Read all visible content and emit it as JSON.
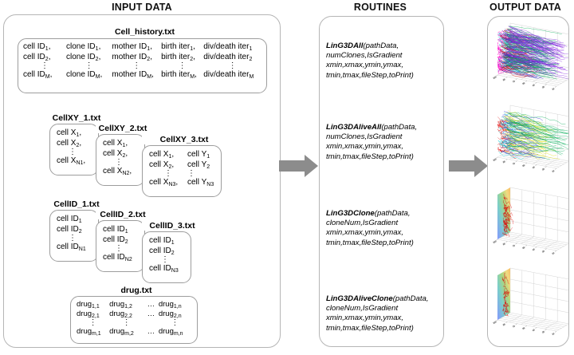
{
  "columns": {
    "input_title": "INPUT DATA",
    "routines_title": "ROUTINES",
    "output_title": "OUTPUT DATA"
  },
  "input": {
    "files": [
      {
        "name": "Cell_history.txt",
        "columns": [
          "cell ID",
          "clone ID",
          "mother ID",
          "birth iter",
          "div/death iter"
        ],
        "rows": [
          [
            "cell ID₁,",
            "clone ID₁,",
            "mother ID₁,",
            "birth iter₁,",
            "div/death iter₁"
          ],
          [
            "cell ID₂,",
            "clone ID₂,",
            "mother ID₂,",
            "birth iter₂,",
            "div/death iter₂"
          ],
          [
            "⋮",
            "⋮",
            "⋮",
            "⋮",
            "⋮"
          ],
          [
            "cell IDₘ,",
            "clone IDₘ,",
            "mother IDₘ,",
            "birth iterₘ,",
            "div/death iterₘ"
          ]
        ],
        "index_last": "M"
      },
      {
        "name": "CellXY_1.txt",
        "rows": [
          [
            "cell X₁,"
          ],
          [
            "cell X₂,"
          ],
          [
            "⋮"
          ],
          [
            "cell Xₙ₁,"
          ]
        ],
        "index_last": "N1"
      },
      {
        "name": "CellXY_2.txt",
        "rows": [
          [
            "cell X₁,"
          ],
          [
            "cell X₂,"
          ],
          [
            "⋮"
          ],
          [
            "cell Xₙ₂,"
          ]
        ],
        "index_last": "N2"
      },
      {
        "name": "CellXY_3.txt",
        "rows": [
          [
            "cell X₁,",
            "cell Y₁"
          ],
          [
            "cell X₂,",
            "cell Y₂"
          ],
          [
            "⋮",
            "⋮"
          ],
          [
            "cell Xₙ₃,",
            "cell Yₙ₃"
          ]
        ],
        "index_last": "N3"
      },
      {
        "name": "CellID_1.txt",
        "rows": [
          [
            "cell ID₁"
          ],
          [
            "cell ID₂"
          ],
          [
            "⋮"
          ],
          [
            "cell IDₙ₁"
          ]
        ],
        "index_last": "N1"
      },
      {
        "name": "CellID_2.txt",
        "rows": [
          [
            "cell ID₁"
          ],
          [
            "cell ID₂"
          ],
          [
            "⋮"
          ],
          [
            "cell IDₙ₂"
          ]
        ],
        "index_last": "N2"
      },
      {
        "name": "CellID_3.txt",
        "rows": [
          [
            "cell ID₁"
          ],
          [
            "cell ID₂"
          ],
          [
            "⋮"
          ],
          [
            "cell IDₙ₃"
          ]
        ],
        "index_last": "N3"
      },
      {
        "name": "drug.txt",
        "rows": [
          [
            "drug₁,₁",
            "drug₁,₂",
            "…",
            "drug₁,ₙ"
          ],
          [
            "drug₂,₁",
            "drug₂,₂",
            "…",
            "drug₂,ₙ"
          ],
          [
            "⋮",
            "⋮",
            "",
            "⋮"
          ],
          [
            "drugₘ,₁",
            "drugₘ,₂",
            "…",
            "drugₘ,ₙ"
          ]
        ],
        "index_last": "m,n"
      }
    ]
  },
  "routines": {
    "items": [
      {
        "name": "LinG3DAll",
        "signature": "(pathData,",
        "lines": [
          "numClones,IsGradient",
          "xmin,xmax,ymin,ymax,",
          "tmin,tmax,fileStep,toPrint)"
        ]
      },
      {
        "name": "LinG3DAliveAll",
        "signature": "(pathData,",
        "lines": [
          "numClones,IsGradient",
          "xmin,xmax,ymin,ymax,",
          "tmin,tmax,fileStep,toPrint)"
        ]
      },
      {
        "name": "LinG3DClone",
        "signature": "(pathData,",
        "lines": [
          "cloneNum,IsGradient",
          "xmin,xmax,ymin,ymax,",
          "tmin,tmax,fileStep,toPrint)"
        ]
      },
      {
        "name": "LinG3DAliveClone",
        "signature": "(pathData,",
        "lines": [
          "cloneNum,IsGradient",
          "xmin,xmax,ymin,ymax,",
          "tmin,tmax,fileStep,toPrint)"
        ]
      }
    ]
  },
  "output": {
    "plots": [
      {
        "caption": "all-clones-lineage-3d",
        "palette": [
          "#ff00c8",
          "#00d2d2",
          "#e00000",
          "#2222cc",
          "#00aa55",
          "#8a2be2"
        ],
        "has_gradient_plane": false,
        "density": "high"
      },
      {
        "caption": "alive-all-clones-lineage-3d",
        "palette": [
          "#e00000",
          "#00c8d2",
          "#2222cc",
          "#dddd00",
          "#00aa55"
        ],
        "has_gradient_plane": false,
        "density": "medium"
      },
      {
        "caption": "single-clone-lineage-3d",
        "palette": [
          "#e00000"
        ],
        "has_gradient_plane": true,
        "density": "medium"
      },
      {
        "caption": "alive-single-clone-lineage-3d",
        "palette": [
          "#e00000"
        ],
        "has_gradient_plane": true,
        "density": "low"
      }
    ]
  },
  "arrows": {
    "input_to_routines": "arrow-right",
    "routines_to_output": "arrow-right",
    "color": "#8c8c8c"
  }
}
